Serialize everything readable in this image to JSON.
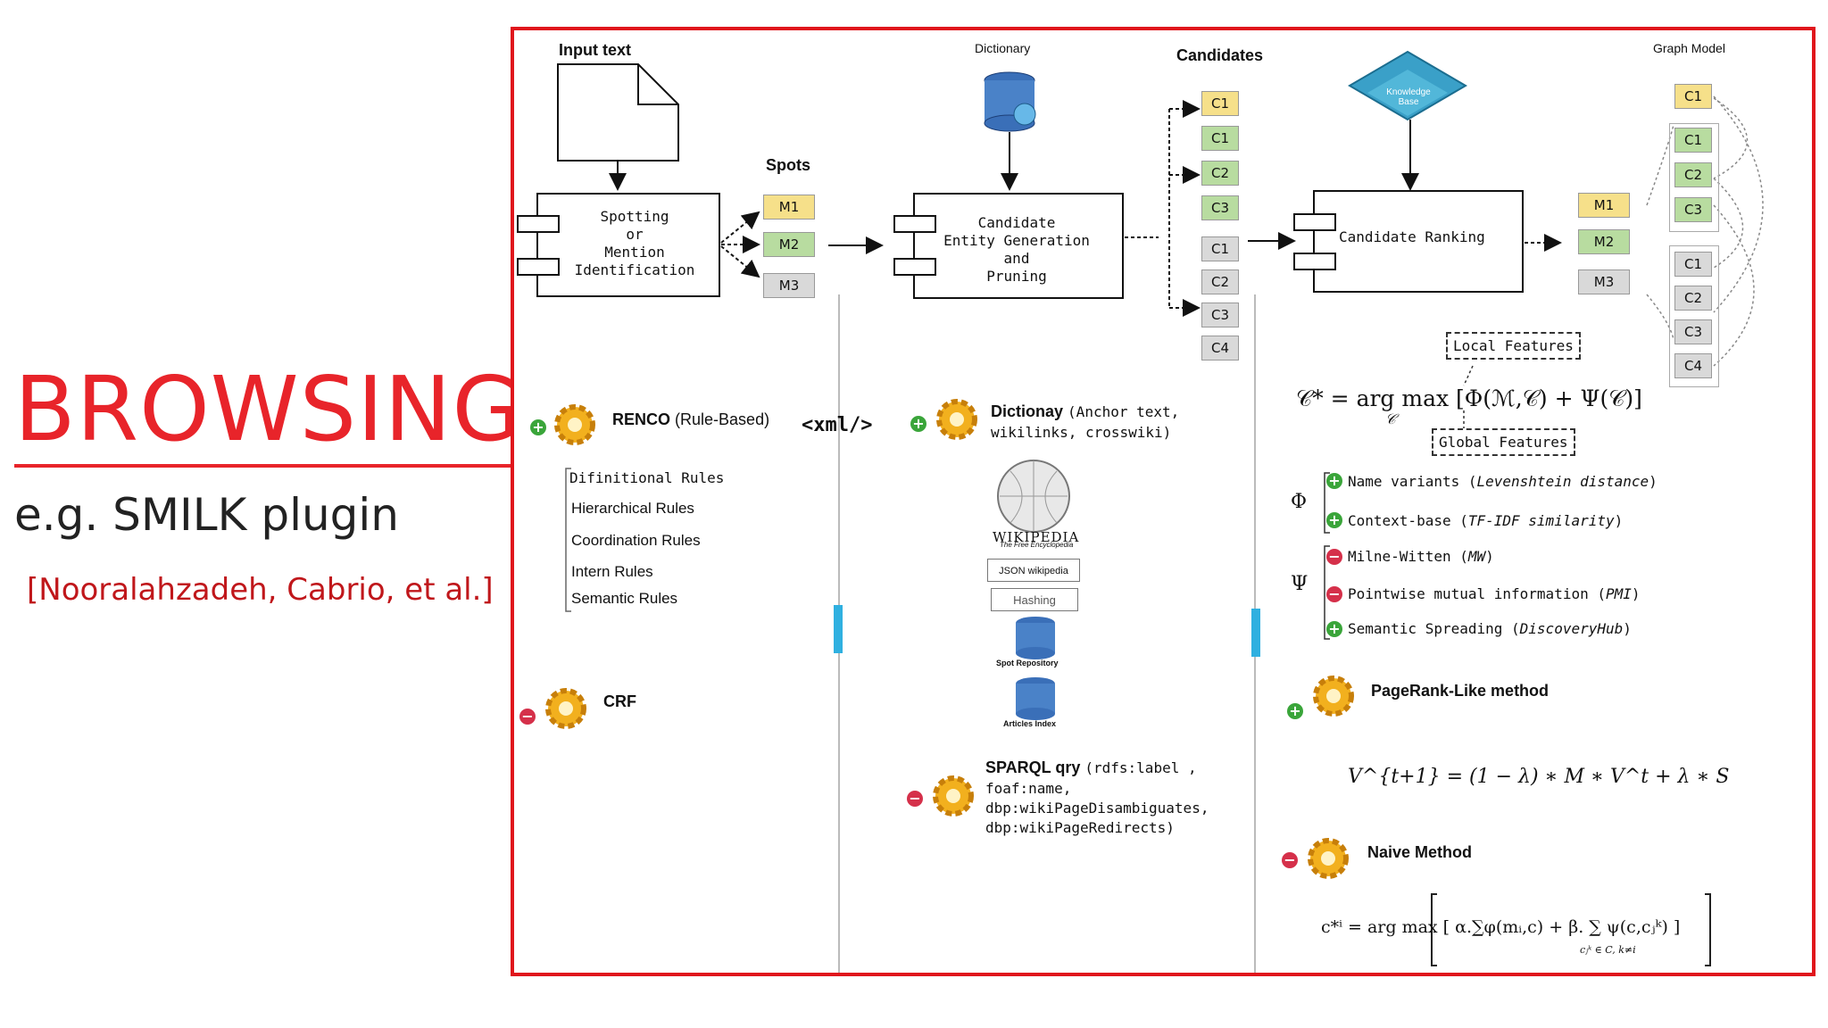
{
  "slide": {
    "title": "BROWSING",
    "subtitle": "e.g. SMILK plugin",
    "citation": "[Nooralahzadeh, Cabrio, et al.]"
  },
  "diagram": {
    "input_text": "Input text",
    "dictionary_label": "Dictionary",
    "candidates_label": "Candidates",
    "graph_model_label": "Graph Model",
    "spots_label": "Spots",
    "knowledge_base_label": "Knowledge Base",
    "spotting_box": [
      "Spotting",
      "or",
      "Mention",
      "Identification"
    ],
    "candidate_box": [
      "Candidate",
      "Entity Generation",
      "and",
      "Pruning"
    ],
    "ranking_box": "Candidate Ranking",
    "spots": [
      "M1",
      "M2",
      "M3"
    ],
    "candidates_top": [
      "C1",
      "C1",
      "C2",
      "C3"
    ],
    "candidates_bottom": [
      "C1",
      "C2",
      "C3",
      "C4"
    ],
    "ranked_spots": [
      "M1",
      "M2",
      "M3"
    ],
    "graph_top": [
      "C1"
    ],
    "graph_mid": [
      "C1",
      "C2",
      "C3"
    ],
    "graph_low": [
      "C1",
      "C2",
      "C3",
      "C4"
    ],
    "xml_tag": "<xml/>",
    "renco": {
      "name": "RENCO",
      "detail": "(Rule-Based)"
    },
    "rules": [
      "Difinitional Rules",
      "Hierarchical Rules",
      "Coordination Rules",
      "Intern Rules",
      "Semantic Rules"
    ],
    "crf": "CRF",
    "dictionay": {
      "name": "Dictionay",
      "detail_1": "(Anchor text,",
      "detail_2": "wikilinks, crosswiki)"
    },
    "wikipedia": {
      "word": "WIKIPEDIA",
      "tagline": "The Free Encyclopedia"
    },
    "json_wikipedia": "JSON wikipedia",
    "hashing": "Hashing",
    "spot_repository": "Spot Repository",
    "articles_index": "Articles Index",
    "sparql": {
      "name": "SPARQL qry",
      "lines": [
        "(rdfs:label ,",
        "foaf:name,",
        "dbp:wikiPageDisambiguates,",
        "dbp:wikiPageRedirects)"
      ]
    },
    "local_features": "Local Features",
    "global_features": "Global Features",
    "formula_main": "𝒞* = arg max [Φ(ℳ,𝒞) + Ψ(𝒞)]",
    "formula_main_sub": "𝒞",
    "phi_symbol": "Φ",
    "psi_symbol": "Ψ",
    "phi_items": [
      {
        "text": "Name variants (",
        "italic": "Levenshtein distance",
        "end": ")"
      },
      {
        "text": "Context-base (",
        "italic": "TF-IDF similarity",
        "end": ")"
      }
    ],
    "psi_items": [
      {
        "text": "Milne-Witten (",
        "italic": "MW",
        "end": ")"
      },
      {
        "text": "Pointwise mutual information (",
        "italic": "PMI",
        "end": ")"
      },
      {
        "text": "Semantic Spreading (",
        "italic": "DiscoveryHub",
        "end": ")"
      }
    ],
    "pagerank": "PageRank-Like method",
    "pagerank_formula": "V^{t+1} = (1 − λ) ∗ M ∗ V^t + λ ∗ S",
    "naive": "Naive Method",
    "naive_formula": "c*ⁱ = arg max [ α.∑φ(mᵢ,c) + β. ∑ ψ(c,cⱼᵏ) ]",
    "naive_formula_sub": "cⱼᵏ ∈ C, k≠i"
  }
}
